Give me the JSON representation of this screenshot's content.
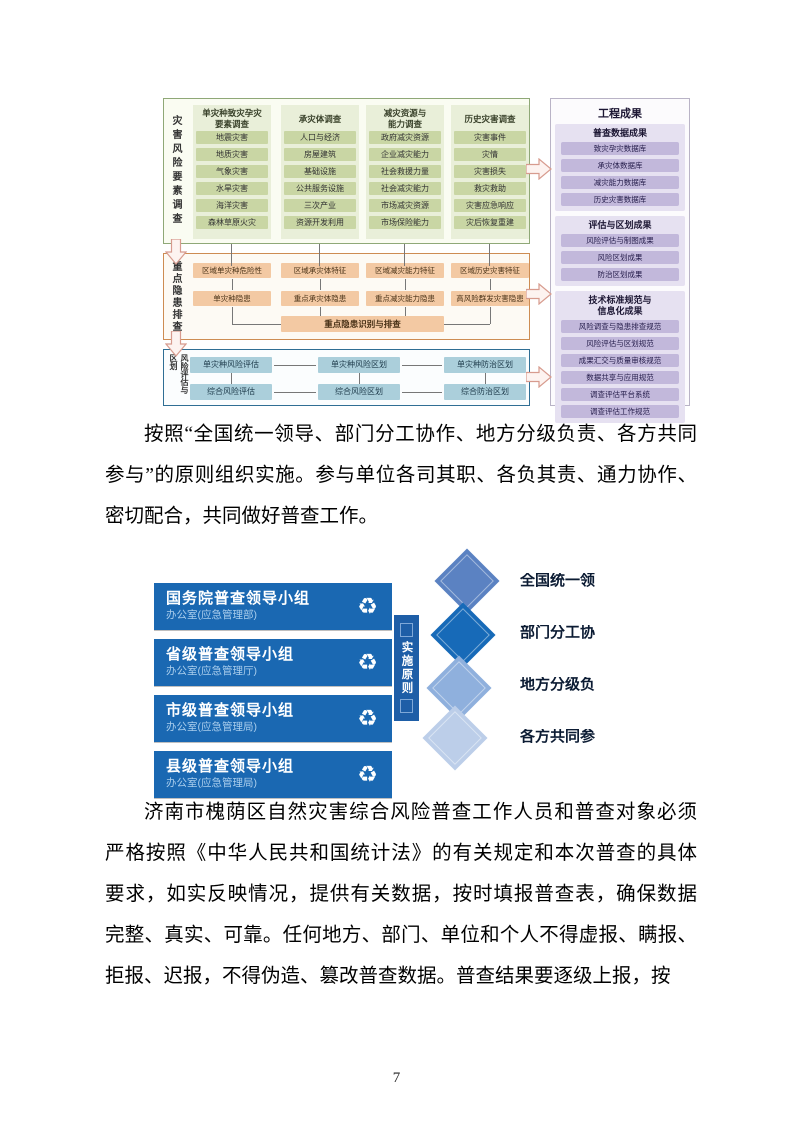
{
  "page_number": "7",
  "colors": {
    "box_blue": "#1a68b2",
    "tab_blue": "#1e5ea7",
    "diamond_1": "#5b82c2",
    "diamond_2": "#176ab8",
    "diamond_3": "#8fb0dd",
    "diamond_4": "#bccee9",
    "green_item": "#c9d6a4",
    "orange_item": "#f3c9a3",
    "blue_item": "#abcfdb",
    "purple_item": "#c2b8db"
  },
  "diagram1": {
    "green": {
      "side_label": "灾害风险要素调查",
      "columns": [
        {
          "header": "单灾种致灾孕灾\n要素调查",
          "items": [
            "地震灾害",
            "地质灾害",
            "气象灾害",
            "水旱灾害",
            "海洋灾害",
            "森林草原火灾"
          ]
        },
        {
          "header": "承灾体调查",
          "items": [
            "人口与经济",
            "房屋建筑",
            "基础设施",
            "公共服务设施",
            "三次产业",
            "资源开发利用"
          ]
        },
        {
          "header": "减灾资源与\n能力调查",
          "items": [
            "政府减灾资源",
            "企业减灾能力",
            "社会救援力量",
            "社会减灾能力",
            "市场减灾资源",
            "市场保险能力"
          ]
        },
        {
          "header": "历史灾害调查",
          "items": [
            "灾害事件",
            "灾情",
            "灾害损失",
            "救灾救助",
            "灾害应急响应",
            "灾后恢复重建"
          ]
        }
      ]
    },
    "orange": {
      "side_label": "重点隐患排查",
      "row1": [
        "区域单灾种危险性",
        "区域承灾体特征",
        "区域减灾能力特征",
        "区域历史灾害特征"
      ],
      "row2": [
        "单灾种隐患",
        "重点承灾体隐患",
        "重点减灾能力隐患",
        "高风险群发灾害隐患"
      ],
      "bottom": "重点隐患识别与排查"
    },
    "blue": {
      "side_label": "风险评估与区划",
      "row1": [
        "单灾种风险评估",
        "单灾种风险区划",
        "单灾种防治区划"
      ],
      "row2": [
        "综合风险评估",
        "综合风险区划",
        "综合防治区划"
      ]
    },
    "purple": {
      "title": "工程成果",
      "groups": [
        {
          "header": "普查数据成果",
          "items": [
            "致灾孕灾数据库",
            "承灾体数据库",
            "减灾能力数据库",
            "历史灾害数据库"
          ]
        },
        {
          "header": "评估与区划成果",
          "items": [
            "风险评估与制图成果",
            "风险区划成果",
            "防治区划成果"
          ]
        },
        {
          "header": "技术标准规范与\n信息化成果",
          "items": [
            "风险调查与隐患排查规范",
            "风险评估与区划规范",
            "成果汇交与质量审核规范",
            "数据共享与应用规范",
            "调查评估平台系统",
            "调查评估工作规范"
          ]
        }
      ]
    }
  },
  "paragraph1": {
    "lines": [
      "按照“全国统一领导、部门分工协作、地方分级负责、各方共同",
      "参与”的原则组织实施。参与单位各司其职、各负其责、通力协作、",
      "密切配合，共同做好普查工作。"
    ]
  },
  "diagram2": {
    "boxes": [
      {
        "title": "国务院普查领导小组",
        "subtitle": "办公室(应急管理部)"
      },
      {
        "title": "省级普查领导小组",
        "subtitle": "办公室(应急管理厅)"
      },
      {
        "title": "市级普查领导小组",
        "subtitle": "办公室(应急管理局)"
      },
      {
        "title": "县级普查领导小组",
        "subtitle": "办公室(应急管理局)"
      }
    ],
    "tab_label": "实施原则",
    "recycle_glyph": "♻",
    "principles": [
      "全国统一领",
      "部门分工协",
      "地方分级负",
      "各方共同参"
    ]
  },
  "paragraph2": {
    "lines": [
      "济南市槐荫区自然灾害综合风险普查工作人员和普查对象必须",
      "严格按照《中华人民共和国统计法》的有关规定和本次普查的具体",
      "要求，如实反映情况，提供有关数据，按时填报普查表，确保数据",
      "完整、真实、可靠。任何地方、部门、单位和个人不得虚报、瞒报、",
      "拒报、迟报，不得伪造、篡改普查数据。普查结果要逐级上报，按"
    ]
  }
}
